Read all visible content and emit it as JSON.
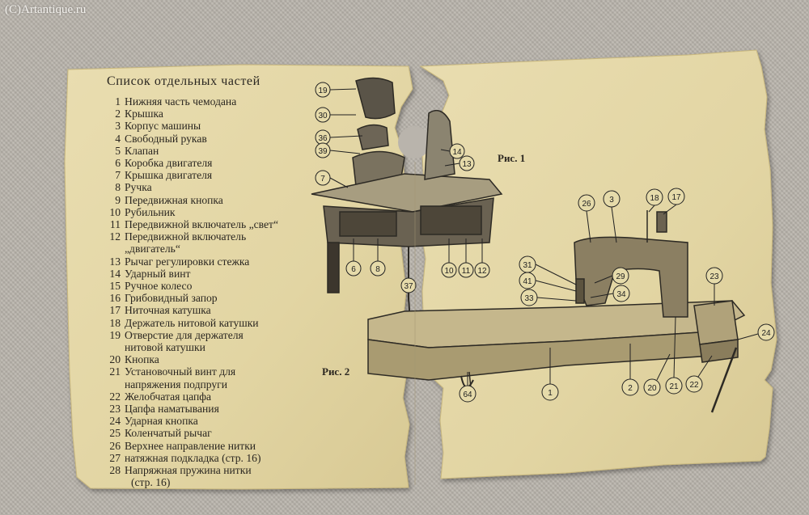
{
  "watermark": "(C)Artantique.ru",
  "parts_list": {
    "title": "Список отдельных частей",
    "items": [
      {
        "num": "1",
        "text": "Нижняя часть чемодана"
      },
      {
        "num": "2",
        "text": "Крышка"
      },
      {
        "num": "3",
        "text": "Корпус машины"
      },
      {
        "num": "4",
        "text": "Свободный рукав"
      },
      {
        "num": "5",
        "text": "Клапан"
      },
      {
        "num": "6",
        "text": "Коробка двигателя"
      },
      {
        "num": "7",
        "text": "Крышка двигателя"
      },
      {
        "num": "8",
        "text": "Ручка"
      },
      {
        "num": "9",
        "text": "Передвижная кнопка"
      },
      {
        "num": "10",
        "text": "Рубильник"
      },
      {
        "num": "11",
        "text": "Передвижной включатель „свет“"
      },
      {
        "num": "12",
        "text": "Передвижной включатель",
        "cont": "„двигатель“"
      },
      {
        "num": "13",
        "text": "Рычаг регулировки стежка"
      },
      {
        "num": "14",
        "text": "Ударный винт"
      },
      {
        "num": "15",
        "text": "Ручное колесо"
      },
      {
        "num": "16",
        "text": "Грибовидный запор"
      },
      {
        "num": "17",
        "text": "Ниточная катушка"
      },
      {
        "num": "18",
        "text": "Держатель нитовой катушки"
      },
      {
        "num": "19",
        "text": "Отверстие для держателя",
        "cont": "нитовой катушки"
      },
      {
        "num": "20",
        "text": "Кнопка"
      },
      {
        "num": "21",
        "text": "Установочный винт для",
        "cont": "напряжения подпруги"
      },
      {
        "num": "22",
        "text": "Желобчатая цапфа"
      },
      {
        "num": "23",
        "text": "Цапфа наматывания"
      },
      {
        "num": "24",
        "text": "Ударная кнопка"
      },
      {
        "num": "25",
        "text": "Коленчатый рычаг"
      },
      {
        "num": "26",
        "text": "Верхнее направление нитки"
      },
      {
        "num": "27",
        "text": "натяжная подкладка (стр. 16)"
      },
      {
        "num": "28",
        "text": "Напряжная пружина нитки",
        "cont": "(стр. 16)"
      }
    ]
  },
  "figures": {
    "fig1_caption": "Рис. 1",
    "fig2_caption": "Рис. 2"
  },
  "fig1_callouts": [
    "19",
    "30",
    "36",
    "39",
    "7",
    "6",
    "8",
    "10",
    "11",
    "12",
    "14",
    "13",
    "37"
  ],
  "fig2_callouts": [
    "26",
    "3",
    "18",
    "17",
    "31",
    "29",
    "41",
    "34",
    "33",
    "23",
    "24",
    "1",
    "2",
    "20",
    "21",
    "22",
    "64"
  ],
  "colors": {
    "paper": "#e4d8a9",
    "paper_edge": "#d5c78f",
    "ink": "#2a2620",
    "background": "#b9b4ac"
  }
}
